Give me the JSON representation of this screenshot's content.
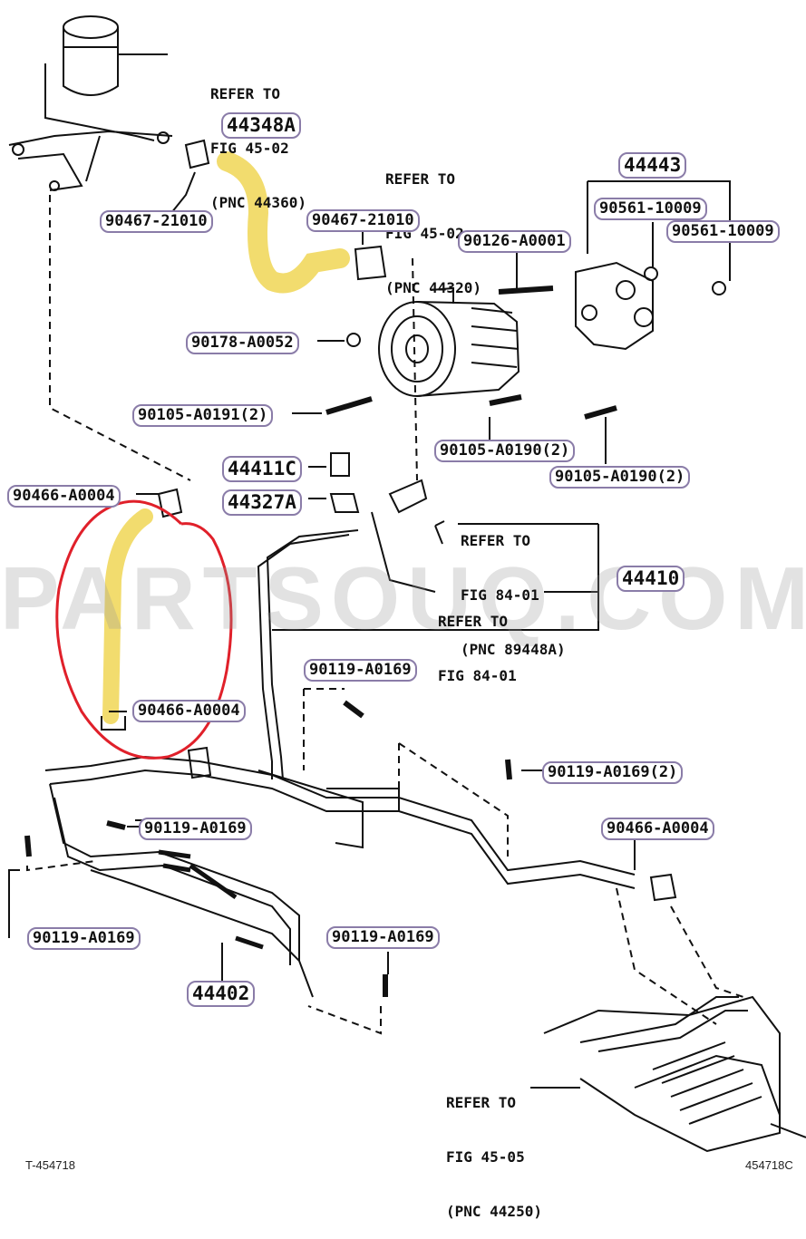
{
  "watermark": "PARTSOUQ.COM",
  "corner_left": "T-454718",
  "corner_right": "454718C",
  "notes": {
    "fig_44360": [
      "REFER TO",
      "FIG 45-02",
      "(PNC 44360)"
    ],
    "fig_44320": [
      "REFER TO",
      "FIG 45-02",
      "(PNC 44320)"
    ],
    "fig_89448a": [
      "REFER TO",
      "FIG 84-01",
      "(PNC 89448A)"
    ],
    "fig_84_01": [
      "REFER TO",
      "FIG 84-01"
    ],
    "fig_44250": [
      "REFER TO",
      "FIG 45-05",
      "(PNC 44250)"
    ]
  },
  "parts": {
    "p44348a": "44348A",
    "p90467_a": "90467-21010",
    "p90467_b": "90467-21010",
    "p44443": "44443",
    "p90561_a": "90561-10009",
    "p90561_b": "90561-10009",
    "p90126": "90126-A0001",
    "p90178": "90178-A0052",
    "p90105_191": "90105-A0191(2)",
    "p90105_190a": "90105-A0190(2)",
    "p90105_190b": "90105-A0190(2)",
    "p44411c": "44411C",
    "p44327a": "44327A",
    "p90466_a": "90466-A0004",
    "p90466_b": "90466-A0004",
    "p90466_c": "90466-A0004",
    "p44410": "44410",
    "p90119_a": "90119-A0169",
    "p90119_b": "90119-A0169(2)",
    "p90119_c": "90119-A0169",
    "p90119_d": "90119-A0169",
    "p90119_e": "90119-A0169",
    "p44402": "44402"
  },
  "colors": {
    "highlight": "#f2dc6e",
    "circle": "#e0202a",
    "pill_border": "#8a7ca8"
  }
}
